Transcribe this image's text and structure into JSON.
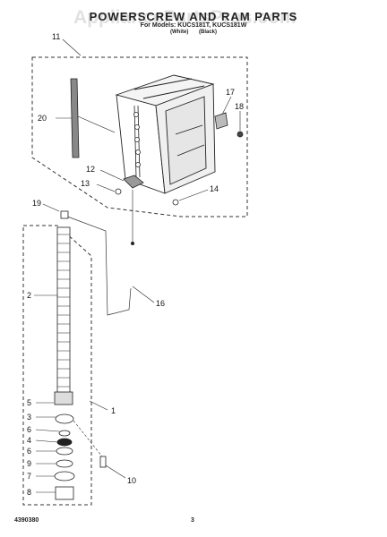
{
  "header": {
    "title": "POWERSCREW AND RAM PARTS",
    "models": "For Models: KUCS181T, KUCS181W",
    "colors": "(White) (Black)"
  },
  "watermark": "AppliancePartsPros.com",
  "footer": {
    "doc_number": "4390380",
    "page": "3"
  },
  "callouts": [
    "11",
    "20",
    "17",
    "18",
    "12",
    "13",
    "14",
    "19",
    "2",
    "16",
    "5",
    "1",
    "3",
    "6",
    "4",
    "6",
    "9",
    "7",
    "8",
    "10"
  ]
}
